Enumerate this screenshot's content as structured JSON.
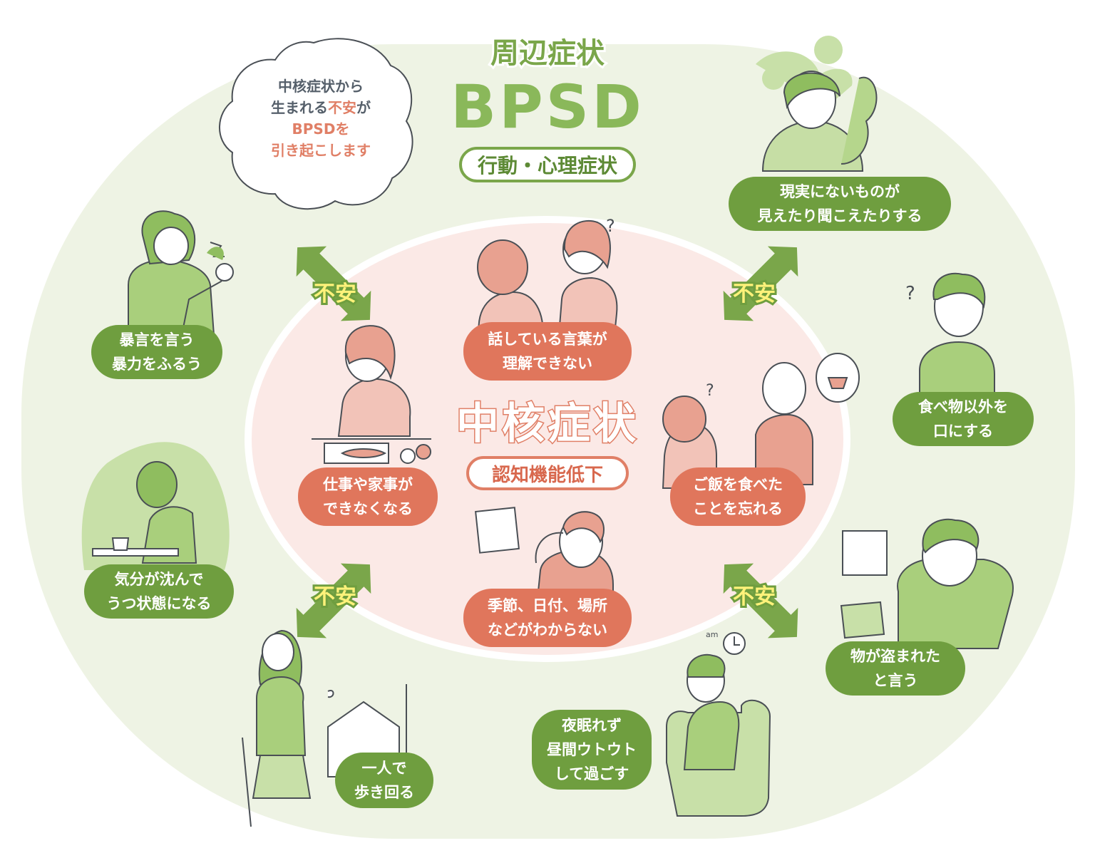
{
  "peripheral": {
    "title_top": "周辺症状",
    "title_main": "BPSD",
    "title_sub": "行動・心理症状"
  },
  "core": {
    "title": "中核症状",
    "subtitle": "認知機能低下"
  },
  "note": {
    "line1": "中核症状から",
    "line2_a": "生まれる",
    "line2_hl": "不安",
    "line2_b": "が",
    "line3": "BPSDを",
    "line4": "引き起こします"
  },
  "anxiety_label": "不安",
  "core_symptoms": [
    {
      "line1": "話している言葉が",
      "line2": "理解できない"
    },
    {
      "line1": "仕事や家事が",
      "line2": "できなくなる"
    },
    {
      "line1": "ご飯を食べた",
      "line2": "ことを忘れる"
    },
    {
      "line1": "季節、日付、場所",
      "line2": "などがわからない"
    }
  ],
  "bpsd_symptoms": [
    {
      "line1": "現実にないものが",
      "line2": "見えたり聞こえたりする"
    },
    {
      "line1": "暴言を言う",
      "line2": "暴力をふるう"
    },
    {
      "line1": "食べ物以外を",
      "line2": "口にする"
    },
    {
      "line1": "気分が沈んで",
      "line2": "うつ状態になる"
    },
    {
      "line1": "物が盗まれた",
      "line2": "と言う"
    },
    {
      "line1": "一人で",
      "line2": "歩き回る"
    },
    {
      "line1": "夜眠れず",
      "line2": "昼間ウトウト",
      "line3": "して過ごす"
    }
  ],
  "clock_label": "am",
  "colors": {
    "outer_ring": "#eef3e4",
    "outer_edge": "#e6eddb",
    "inner_circle": "#fbe9e6",
    "green_label": "#6f9e3f",
    "red_label": "#e0765c",
    "arrow_green": "#7aa64a",
    "anxiety_text": "#fff27a"
  }
}
